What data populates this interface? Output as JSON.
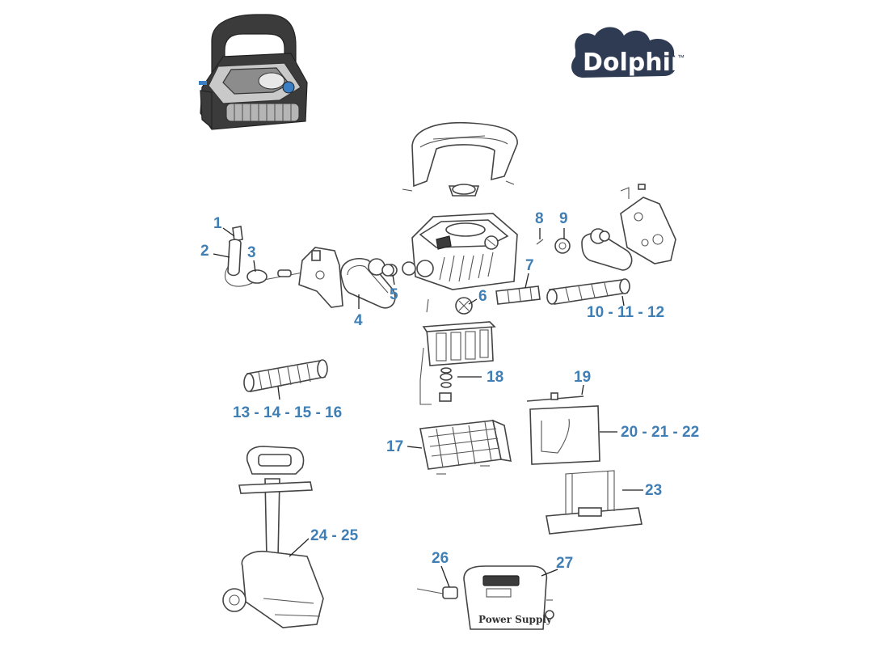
{
  "brand": {
    "logo_text": "Dolphin",
    "trademark": "™",
    "logo_color": "#2f3b52"
  },
  "callout_color": "#3f7fb5",
  "callouts": [
    {
      "id": "1",
      "label": "1"
    },
    {
      "id": "2",
      "label": "2"
    },
    {
      "id": "3",
      "label": "3"
    },
    {
      "id": "4",
      "label": "4"
    },
    {
      "id": "5",
      "label": "5"
    },
    {
      "id": "6",
      "label": "6"
    },
    {
      "id": "7",
      "label": "7"
    },
    {
      "id": "8",
      "label": "8"
    },
    {
      "id": "9",
      "label": "9"
    },
    {
      "id": "10-11-12",
      "label": "10 - 11 - 12"
    },
    {
      "id": "13-14-15-16",
      "label": "13 - 14 - 15 - 16"
    },
    {
      "id": "17",
      "label": "17"
    },
    {
      "id": "18",
      "label": "18"
    },
    {
      "id": "19",
      "label": "19"
    },
    {
      "id": "20-21-22",
      "label": "20 - 21 - 22"
    },
    {
      "id": "23",
      "label": "23"
    },
    {
      "id": "24-25",
      "label": "24 - 25"
    },
    {
      "id": "26",
      "label": "26"
    },
    {
      "id": "27",
      "label": "27"
    }
  ],
  "power_supply_label": "Power Supply"
}
